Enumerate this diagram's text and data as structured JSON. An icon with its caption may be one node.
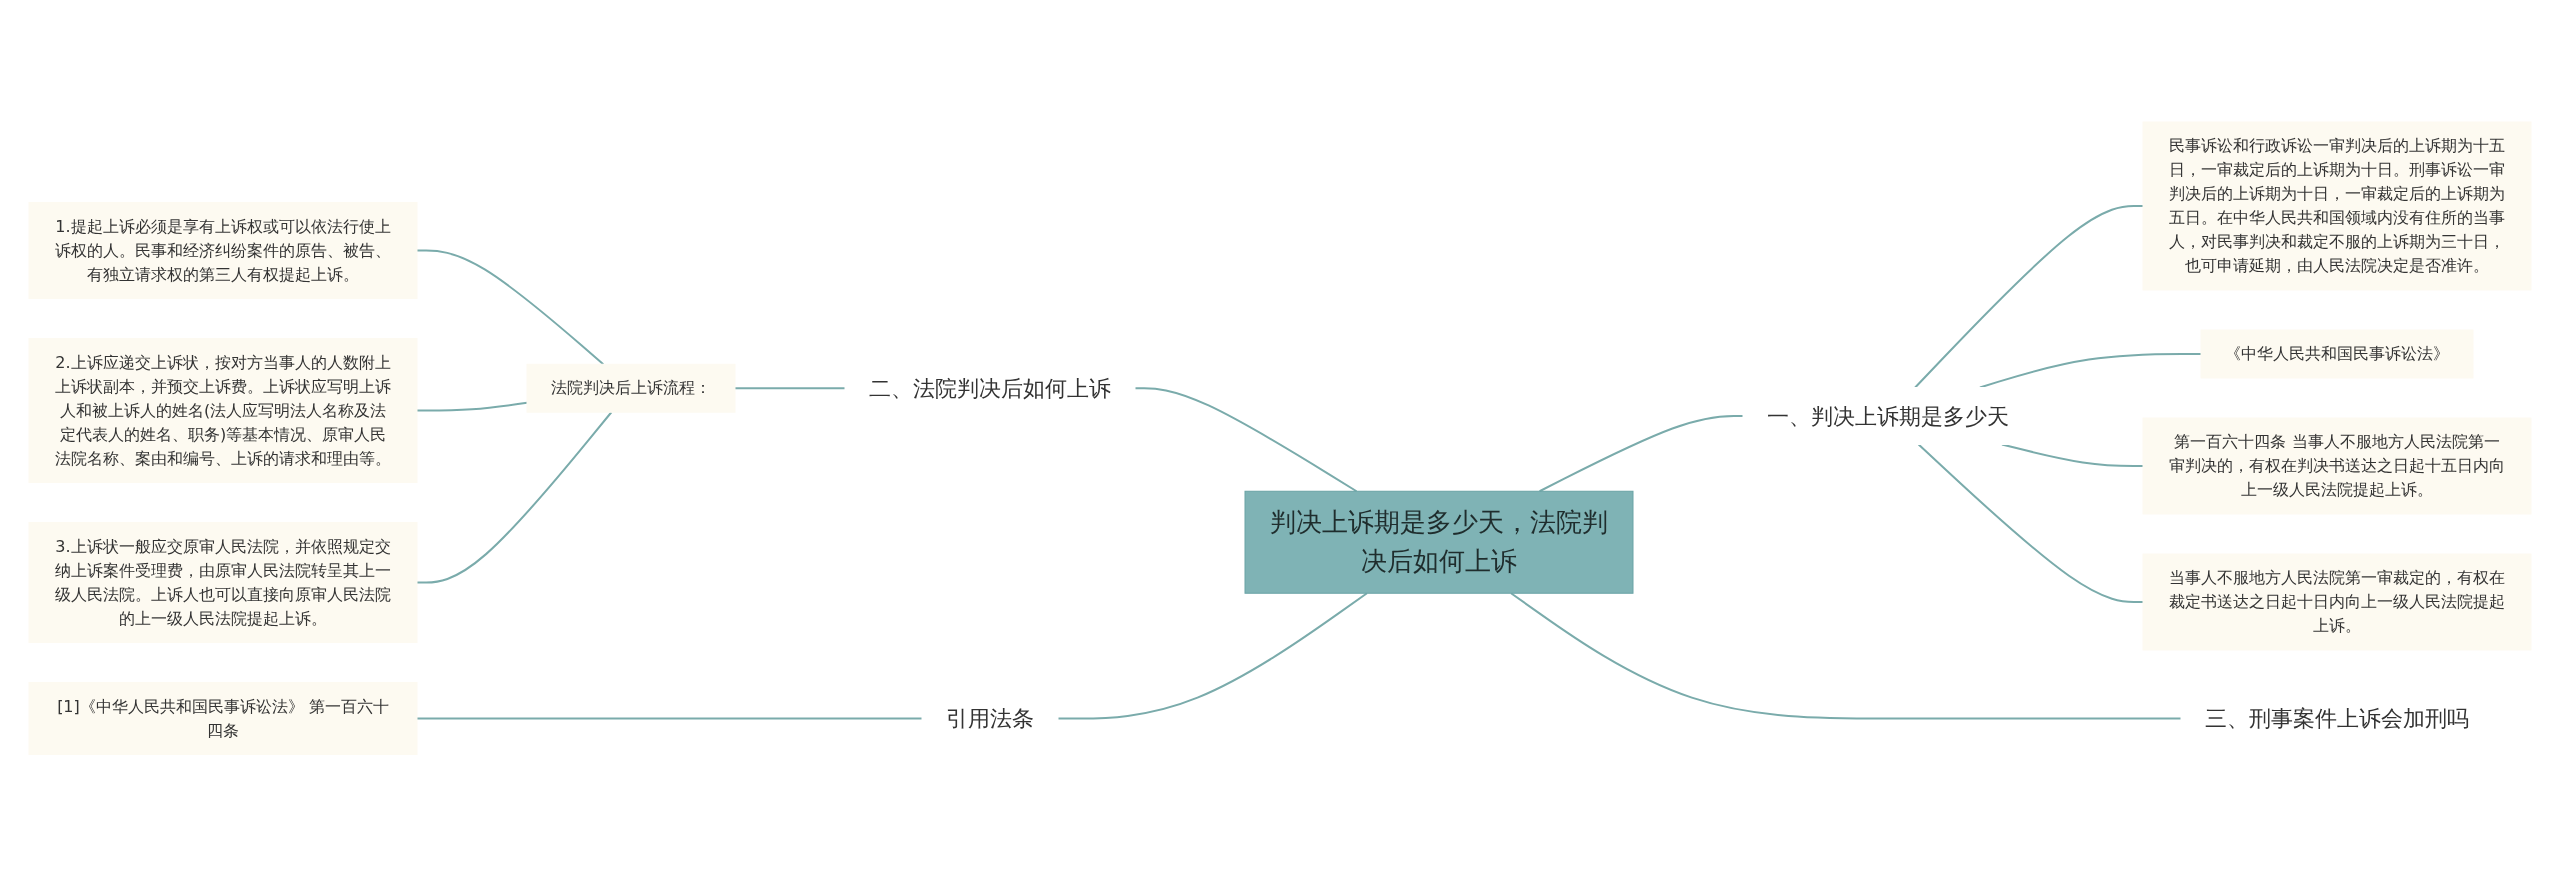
{
  "diagram": {
    "nodes": [
      {
        "text": [
          "判决上诉期是多少天，法院判决后如何上诉"
        ]
      },
      {
        "text": [
          "一、判决上诉期是多少天"
        ]
      },
      {
        "text": [
          "民事诉讼和行政诉讼一审判决后的上诉期为十五日，一审裁定后的上诉期为十日。刑事诉讼一审判决后的上诉期为十日，一审裁定后的上诉期为五日。在中华人民共和国领域内没有住所的当事人，对民事判决和裁定不服的上诉期为三十日，也可申请延期，由人民法院决定是否准许。"
        ]
      },
      {
        "text": [
          "《中华人民共和国民事诉讼法》"
        ]
      },
      {
        "text": [
          "第一百六十四条 当事人不服地方人民法院第一审判决的，有权在判决书送达之日起十五日内向上一级人民法院提起上诉。"
        ]
      },
      {
        "text": [
          "当事人不服地方人民法院第一审裁定的，有权在裁定书送达之日起十日内向上一级人民法院提起上诉。"
        ]
      },
      {
        "text": [
          "三、刑事案件上诉会加刑吗"
        ]
      },
      {
        "text": [
          "二、法院判决后如何上诉"
        ]
      },
      {
        "text": [
          "法院判决后上诉流程："
        ]
      },
      {
        "text": [
          "1.提起上诉必须是享有上诉权或可以依法行使上诉权的人。民事和经济纠纷案件的原告、被告、有独立请求权的第三人有权提起上诉。"
        ]
      },
      {
        "text": [
          "2.上诉应递交上诉状，按对方当事人的人数附上上诉状副本，并预交上诉费。上诉状应写明上诉人和被上诉人的姓名(法人应写明法人名称及法定代表人的姓名、职务)等基本情况、原审人民法院名称、案由和编号、上诉的请求和理由等。"
        ]
      },
      {
        "text": [
          "3.上诉状一般应交原审人民法院，并依照规定交纳上诉案件受理费，由原审人民法院转呈其上一级人民法院。上诉人也可以直接向原审人民法院的上一级人民法院提起上诉。"
        ]
      },
      {
        "text": [
          "引用法条"
        ]
      },
      {
        "text": [
          "[1]《中华人民共和国民事诉讼法》 第一百六十四条"
        ]
      }
    ],
    "edges": [
      {
        "from": 0,
        "to": 1,
        "arrow": "none"
      },
      {
        "from": 1,
        "to": 2,
        "arrow": "none"
      },
      {
        "from": 1,
        "to": 3,
        "arrow": "none"
      },
      {
        "from": 1,
        "to": 4,
        "arrow": "none"
      },
      {
        "from": 1,
        "to": 5,
        "arrow": "none"
      },
      {
        "from": 0,
        "to": 6,
        "arrow": "none"
      },
      {
        "from": 0,
        "to": 7,
        "arrow": "none"
      },
      {
        "from": 7,
        "to": 8,
        "arrow": "none"
      },
      {
        "from": 8,
        "to": 9,
        "arrow": "none"
      },
      {
        "from": 8,
        "to": 10,
        "arrow": "none"
      },
      {
        "from": 8,
        "to": 11,
        "arrow": "none"
      },
      {
        "from": 0,
        "to": 12,
        "arrow": "none"
      },
      {
        "from": 12,
        "to": 13,
        "arrow": "none"
      }
    ]
  }
}
